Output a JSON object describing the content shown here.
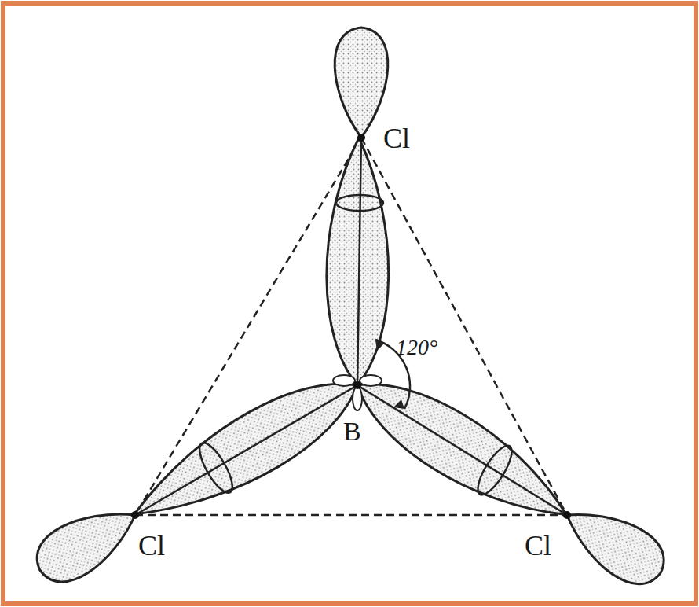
{
  "diagram": {
    "labels": [
      "Cl",
      "B",
      "120°",
      "Cl",
      "Cl"
    ]
  }
}
